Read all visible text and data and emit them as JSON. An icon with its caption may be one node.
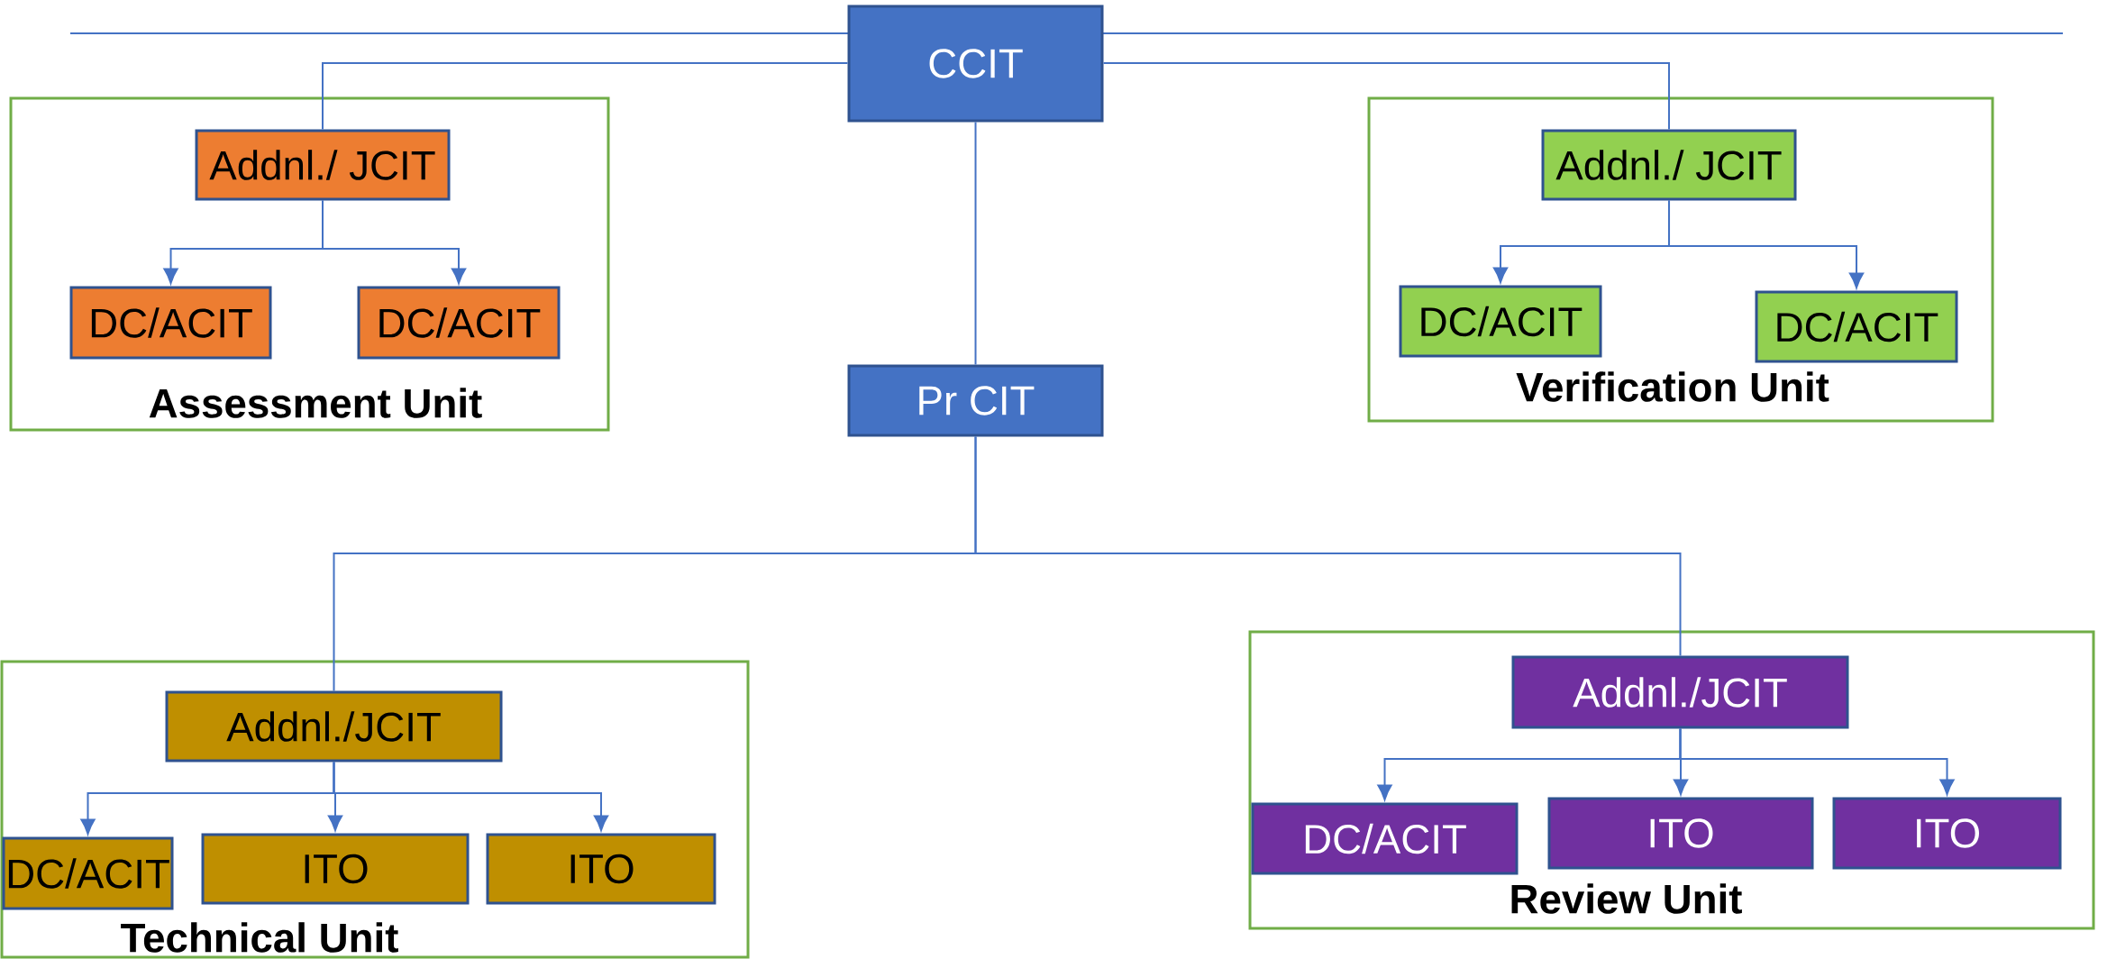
{
  "diagram": {
    "nodes": [
      {
        "text": [
          "CCIT"
        ]
      },
      {
        "text": [
          "Assessment Unit"
        ]
      },
      {
        "text": [
          "Addnl./ JCIT"
        ],
        "in": 1
      },
      {
        "text": [
          "DC/ACIT"
        ],
        "in": 1
      },
      {
        "text": [
          "DC/ACIT"
        ],
        "in": 1
      },
      {
        "text": [
          "Verification Unit"
        ]
      },
      {
        "text": [
          "Addnl./ JCIT"
        ],
        "in": 5
      },
      {
        "text": [
          "DC/ACIT"
        ],
        "in": 5
      },
      {
        "text": [
          "DC/ACIT"
        ],
        "in": 5
      },
      {
        "text": [
          "Pr CIT"
        ]
      },
      {
        "text": [
          "Technical Unit"
        ]
      },
      {
        "text": [
          "Addnl./JCIT"
        ],
        "in": 10
      },
      {
        "text": [
          "DC/ACIT"
        ],
        "in": 10
      },
      {
        "text": [
          "ITO"
        ],
        "in": 10
      },
      {
        "text": [
          "ITO"
        ],
        "in": 10
      },
      {
        "text": [
          "Review Unit"
        ]
      },
      {
        "text": [
          "Addnl./JCIT"
        ],
        "in": 15
      },
      {
        "text": [
          "DC/ACIT"
        ],
        "in": 15
      },
      {
        "text": [
          "ITO"
        ],
        "in": 15
      },
      {
        "text": [
          "ITO"
        ],
        "in": 15
      }
    ],
    "edges": [
      {
        "from": 0,
        "to": 2,
        "arrow": "none"
      },
      {
        "from": 2,
        "to": 3,
        "arrow": "to"
      },
      {
        "from": 2,
        "to": 4,
        "arrow": "to"
      },
      {
        "from": 0,
        "to": 6,
        "arrow": "none"
      },
      {
        "from": 6,
        "to": 7,
        "arrow": "to"
      },
      {
        "from": 6,
        "to": 8,
        "arrow": "to"
      },
      {
        "from": 0,
        "to": 9,
        "arrow": "none"
      },
      {
        "from": 9,
        "to": 11,
        "arrow": "none"
      },
      {
        "from": 11,
        "to": 12,
        "arrow": "to"
      },
      {
        "from": 11,
        "to": 13,
        "arrow": "to"
      },
      {
        "from": 11,
        "to": 14,
        "arrow": "to"
      },
      {
        "from": 9,
        "to": 16,
        "arrow": "none"
      },
      {
        "from": 16,
        "to": 17,
        "arrow": "to"
      },
      {
        "from": 16,
        "to": 18,
        "arrow": "to"
      },
      {
        "from": 16,
        "to": 19,
        "arrow": "to"
      }
    ]
  }
}
